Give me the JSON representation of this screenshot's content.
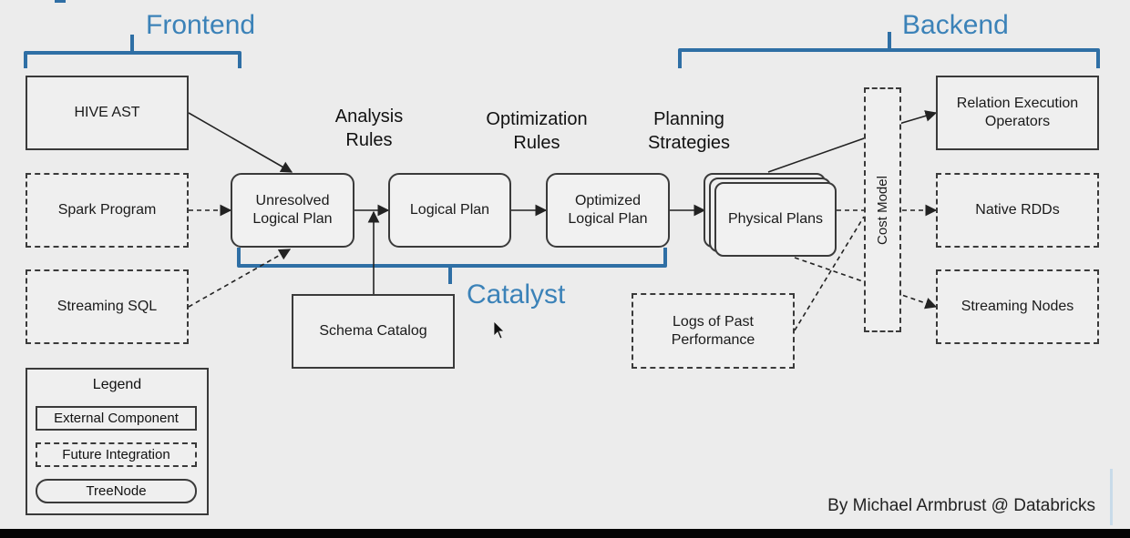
{
  "sections": {
    "frontend": "Frontend",
    "backend": "Backend",
    "catalyst": "Catalyst"
  },
  "inputs": {
    "hive_ast": "HIVE AST",
    "spark_program": "Spark Program",
    "streaming_sql": "Streaming SQL"
  },
  "stages": {
    "unresolved_plan": "Unresolved Logical Plan",
    "logical_plan": "Logical Plan",
    "optimized_plan": "Optimized Logical Plan",
    "physical_plans": "Physical Plans",
    "schema_catalog": "Schema Catalog",
    "logs_past_performance": "Logs of Past Performance",
    "cost_model": "Cost Model"
  },
  "rules": {
    "analysis": "Analysis Rules",
    "optimization": "Optimization Rules",
    "planning": "Planning Strategies"
  },
  "outputs": {
    "relation_execution": "Relation Execution Operators",
    "native_rdds": "Native RDDs",
    "streaming_nodes": "Streaming Nodes"
  },
  "legend": {
    "title": "Legend",
    "external": "External Component",
    "future": "Future Integration",
    "treenode": "TreeNode"
  },
  "credit": "By Michael Armbrust @ Databricks",
  "colors": {
    "accent_blue": "#3b82b8",
    "bracket_blue": "#2f6fa5",
    "line": "#222222",
    "background": "#ececec"
  }
}
